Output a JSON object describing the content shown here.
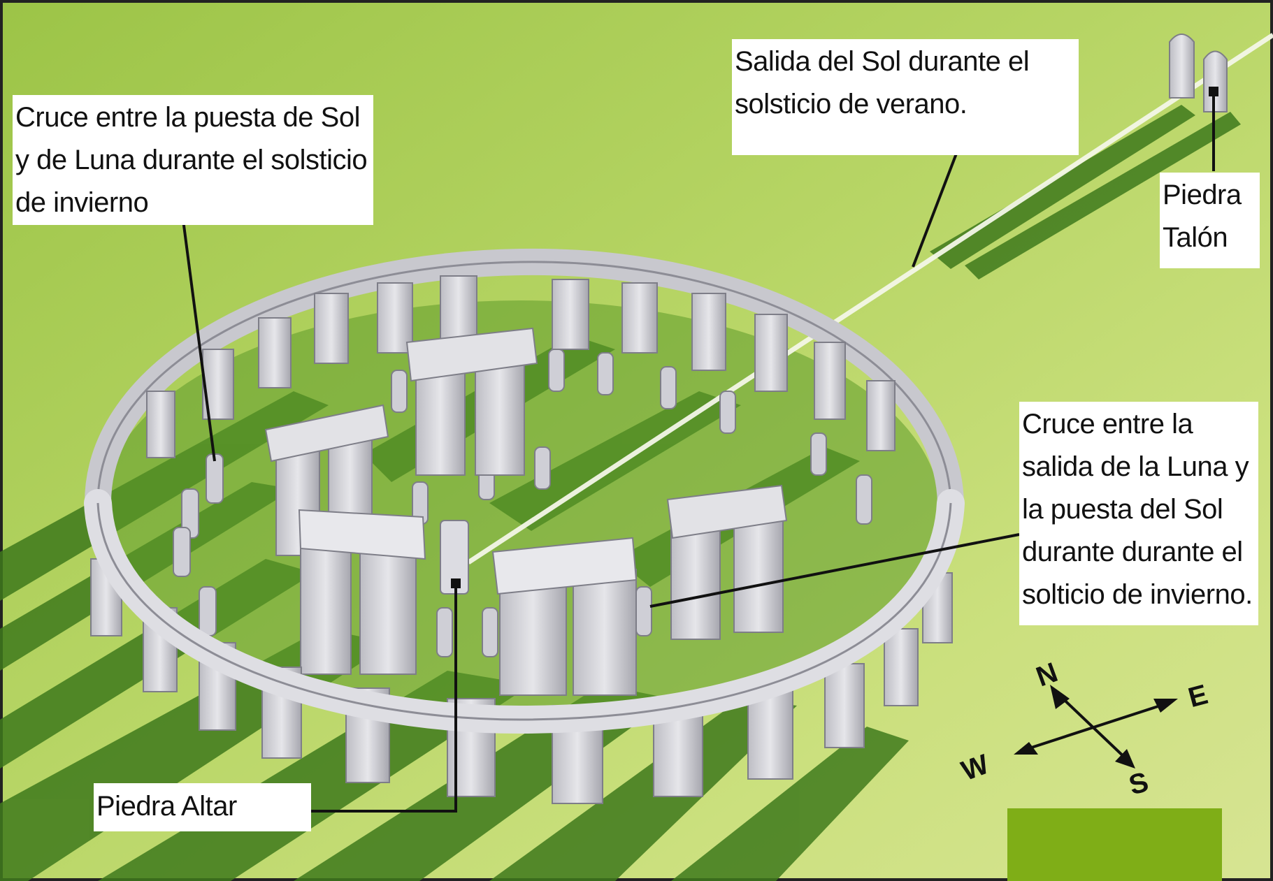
{
  "labels": {
    "winter_sunset_moonset": "Cruce entre la puesta de Sol\ny de Luna durante el solsticio\nde invierno",
    "summer_sunrise": "Salida del Sol durante el\nsolsticio de verano.",
    "heel_stone": "Piedra\nTalón",
    "moonrise_sunset": "Cruce entre la\nsalida de la Luna y\nla puesta del Sol\ndurante durante el\nsolticio de invierno.",
    "altar_stone": "Piedra Altar"
  },
  "compass": {
    "north": "N",
    "east": "E",
    "south": "S",
    "west": "W"
  },
  "colors": {
    "grass_light": "#c9dc7a",
    "grass_mid": "#9fc24a",
    "grass_dark": "#4f8a22",
    "shadow": "#3f7a1c",
    "stone": "#d9d9de",
    "stone_dark": "#9a9aa3",
    "accent_block": "#7fae17",
    "sunline": "#f4f7e8"
  }
}
